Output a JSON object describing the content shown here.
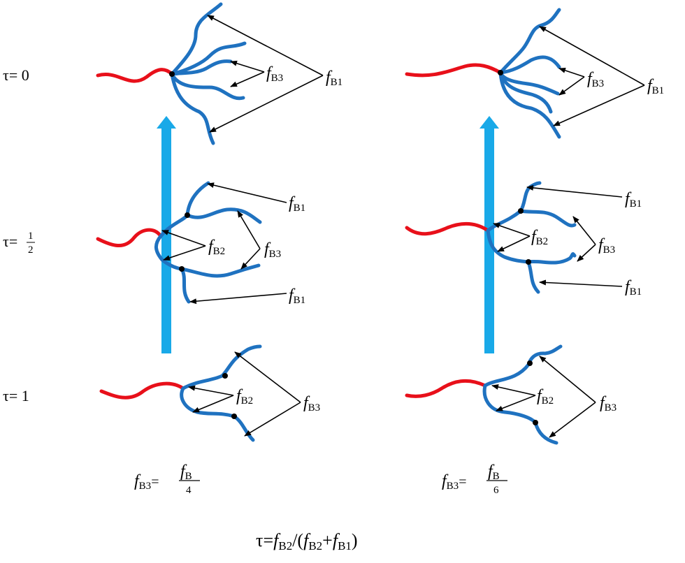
{
  "tau_labels": {
    "row0": "τ= 0",
    "row1_prefix": "τ=",
    "row1_num": "1",
    "row1_den": "2",
    "row2": "τ= 1"
  },
  "labels": {
    "fB1_base": "f",
    "fB1_sub": "B1",
    "fB2_base": "f",
    "fB2_sub": "B2",
    "fB3_base": "f",
    "fB3_sub": "B3"
  },
  "captions": {
    "left": {
      "lhs_base": "f",
      "lhs_sub": "B3",
      "eq": "=",
      "num_base": "f",
      "num_sub": "B",
      "den": "4"
    },
    "right": {
      "lhs_base": "f",
      "lhs_sub": "B3",
      "eq": "=",
      "num_base": "f",
      "num_sub": "B",
      "den": "6"
    }
  },
  "formula": {
    "prefix": "τ=",
    "a_base": "f",
    "a_sub": "B2",
    "mid": "/(",
    "b_base": "f",
    "b_sub": "B2",
    "plus": "+",
    "c_base": "f",
    "c_sub": "B1",
    "close": ")"
  },
  "colors": {
    "core_chain": "#e8101a",
    "branch_chain": "#1f72c0",
    "progress_arrow": "#19a9e8"
  }
}
